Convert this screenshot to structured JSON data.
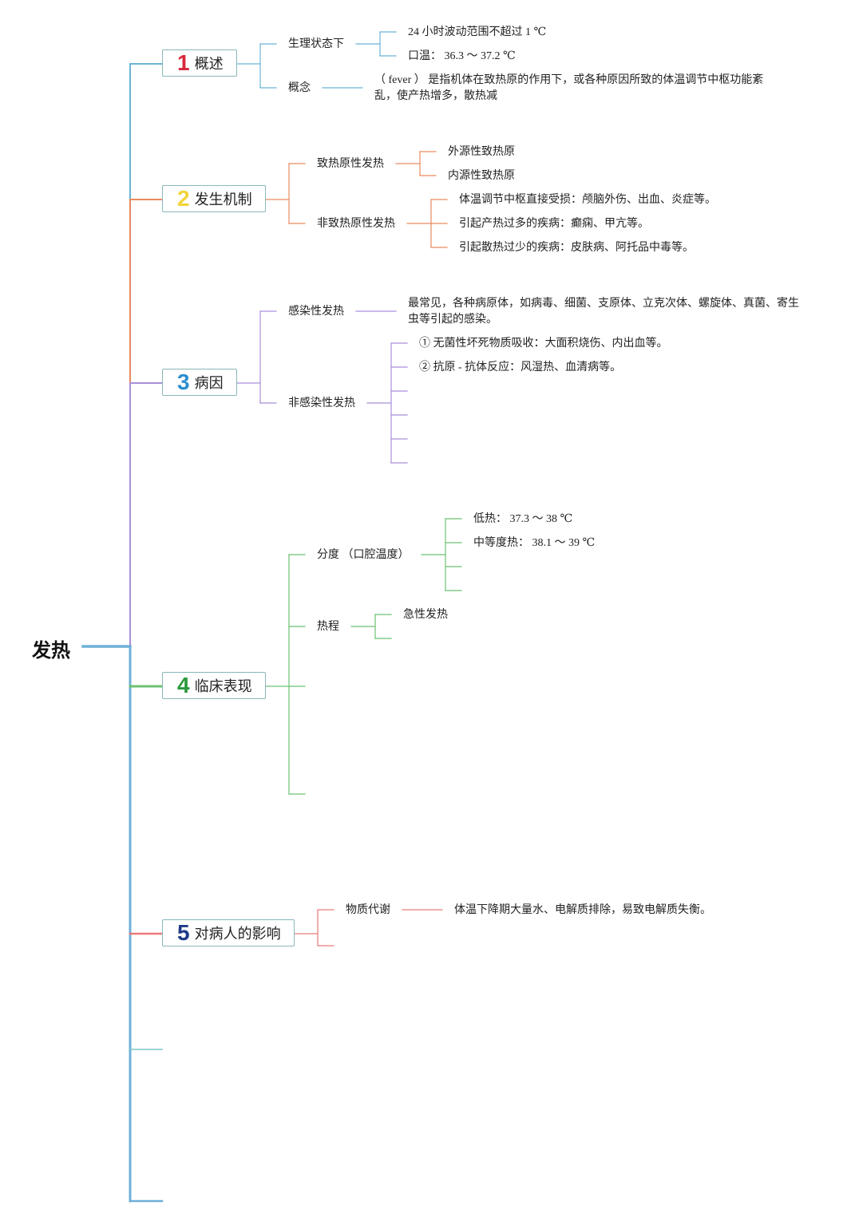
{
  "root": {
    "title": "发热"
  },
  "colors": {
    "spine": "#6fb0d8",
    "s1": "#6bb3d6",
    "s2": "#e98a5f",
    "s3": "#a98fd8",
    "s4": "#6cc070",
    "s5": "#ea7a7a",
    "num1": "#d9283b",
    "num2": "#f2d43a",
    "num3": "#2d8ecf",
    "num4": "#2a9a3a",
    "num5": "#1f3a8a"
  },
  "sections": [
    {
      "num": "1",
      "title": "概述"
    },
    {
      "num": "2",
      "title": "发生机制"
    },
    {
      "num": "3",
      "title": "病因"
    },
    {
      "num": "4",
      "title": "临床表现"
    },
    {
      "num": "5",
      "title": "对病人的影响"
    }
  ],
  "s1": {
    "physio": "生理状态下",
    "physio_a": "24 小时波动范围不超过 1 ℃",
    "physio_b": "口温： 36.3 ～ 37.2 ℃",
    "concept": "概念",
    "concept_text": "（ fever ） 是指机体在致热原的作用下，或各种原因所致的体温调节中枢功能紊乱，使产热增多，散热减"
  },
  "s2": {
    "pyrogen": "致热原性发热",
    "pyrogen_a": "外源性致热原",
    "pyrogen_b": "内源性致热原",
    "nonpyrogen": "非致热原性发热",
    "np_a": "体温调节中枢直接受损：颅脑外伤、出血、炎症等。",
    "np_b": "引起产热过多的疾病：癫痫、甲亢等。",
    "np_c": "引起散热过少的疾病：皮肤病、阿托品中毒等。"
  },
  "s3": {
    "infect": "感染性发热",
    "infect_text": "最常见，各种病原体，如病毒、细菌、支原体、立克次体、螺旋体、真菌、寄生虫等引起的感染。",
    "noninfect": "非感染性发热",
    "ni_a": "① 无菌性坏死物质吸收：大面积烧伤、内出血等。",
    "ni_b": "② 抗原 - 抗体反应：风湿热、血清病等。"
  },
  "s4": {
    "grade": "分度 （口腔温度）",
    "grade_a": "低热： 37.3 ～ 38 ℃",
    "grade_b": "中等度热： 38.1 ～ 39 ℃",
    "course": "热程",
    "course_a": "急性发热"
  },
  "s5": {
    "metab": "物质代谢",
    "metab_text": "体温下降期大量水、电解质排除，易致电解质失衡。"
  }
}
